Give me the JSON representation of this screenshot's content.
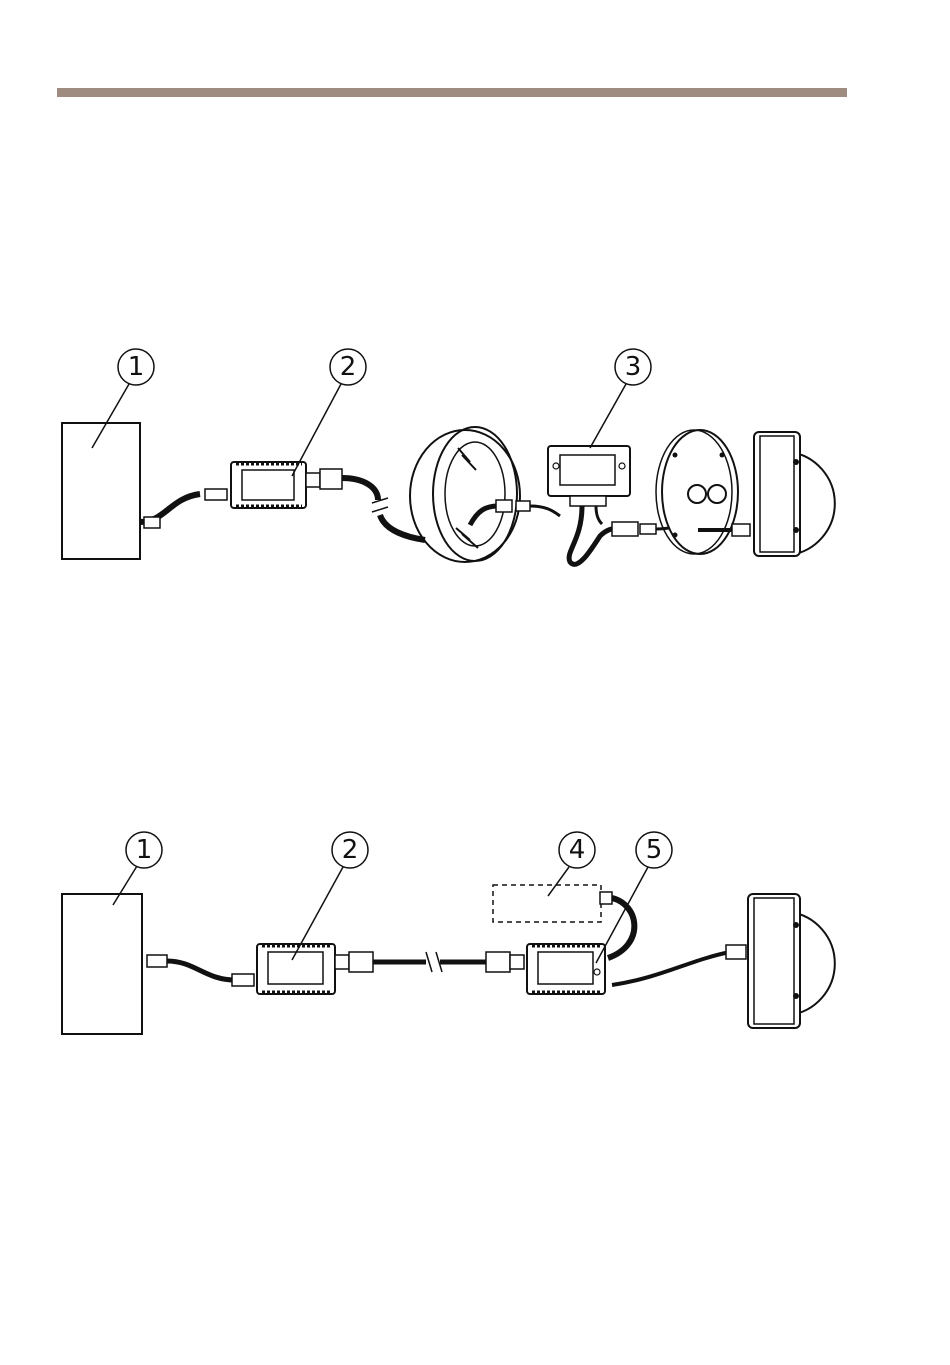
{
  "colors": {
    "rule": "#9e8c80",
    "line": "#111111",
    "fill": "#ffffff",
    "cable": "#1a1a1a"
  },
  "diagram_1": {
    "callouts": [
      {
        "label": "1"
      },
      {
        "label": "2"
      },
      {
        "label": "3"
      }
    ]
  },
  "diagram_2": {
    "callouts": [
      {
        "label": "1"
      },
      {
        "label": "2"
      },
      {
        "label": "4"
      },
      {
        "label": "5"
      }
    ]
  },
  "icons": [
    "network-switch-box",
    "media-converter-icon",
    "junction-box-icon",
    "connector-box-icon",
    "mounting-plate-icon",
    "dome-camera-icon",
    "optional-device-dashed-box"
  ]
}
